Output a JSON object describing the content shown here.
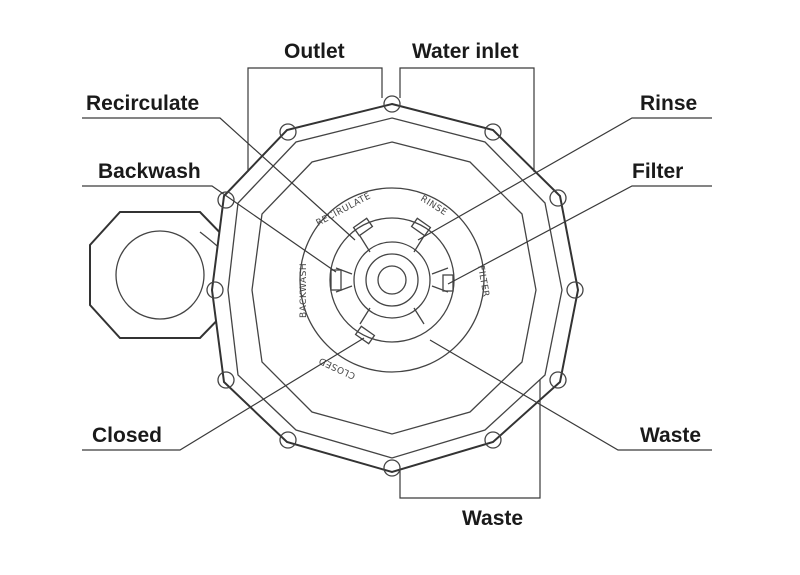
{
  "labels": {
    "outlet": "Outlet",
    "water_inlet": "Water inlet",
    "recirculate": "Recirculate",
    "rinse": "Rinse",
    "backwash": "Backwash",
    "filter": "Filter",
    "closed": "Closed",
    "waste_right": "Waste",
    "waste_bottom": "Waste"
  },
  "dial_marks": {
    "recirculate": "RECIRULATE",
    "rinse": "RINSE",
    "backwash": "BACKWASH",
    "filter": "FILTER",
    "closed": "CLOSED"
  }
}
